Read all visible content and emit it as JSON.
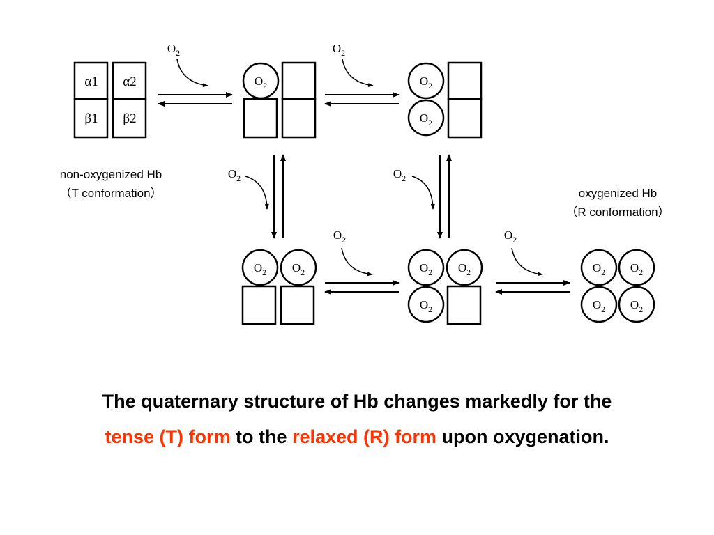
{
  "diagram": {
    "o2": "O",
    "o2_sub": "2",
    "subunits": {
      "alpha1": "α1",
      "alpha2": "α2",
      "beta1": "β1",
      "beta2": "β2"
    },
    "labels": {
      "t_state_line1": "non-oxygenized Hb",
      "t_state_line2": "（T conformation）",
      "r_state_line1": "oxygenized Hb",
      "r_state_line2": "（R conformation）"
    }
  },
  "caption": {
    "line1": "The quaternary structure of Hb changes markedly for the",
    "tense": "tense (T) form",
    "to_the": " to the ",
    "relaxed": "relaxed (R) form",
    "upon": " upon oxygenation",
    "period": "."
  },
  "colors": {
    "highlight": "#ff3300",
    "ink": "#000000"
  }
}
